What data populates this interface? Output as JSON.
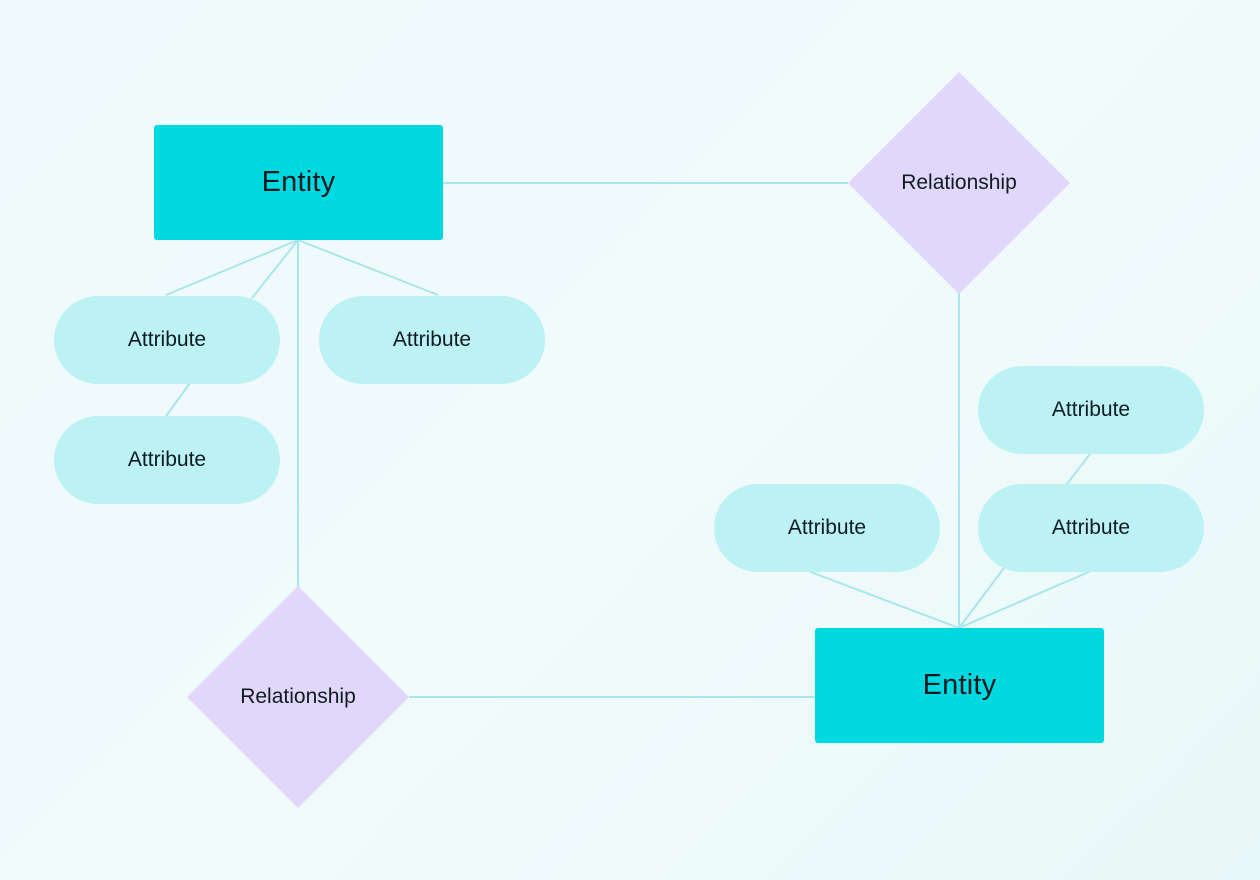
{
  "diagram": {
    "entities": [
      {
        "label": "Entity"
      },
      {
        "label": "Entity"
      }
    ],
    "relationships": [
      {
        "label": "Relationship"
      },
      {
        "label": "Relationship"
      }
    ],
    "attributes": [
      {
        "label": "Attribute"
      },
      {
        "label": "Attribute"
      },
      {
        "label": "Attribute"
      },
      {
        "label": "Attribute"
      },
      {
        "label": "Attribute"
      },
      {
        "label": "Attribute"
      }
    ],
    "colors": {
      "entity": "#00d9e0",
      "attribute": "#bcf2f3",
      "relationship": "#e0d7fb",
      "connector": "#a8e6ea",
      "background": "#eef9fb"
    }
  }
}
